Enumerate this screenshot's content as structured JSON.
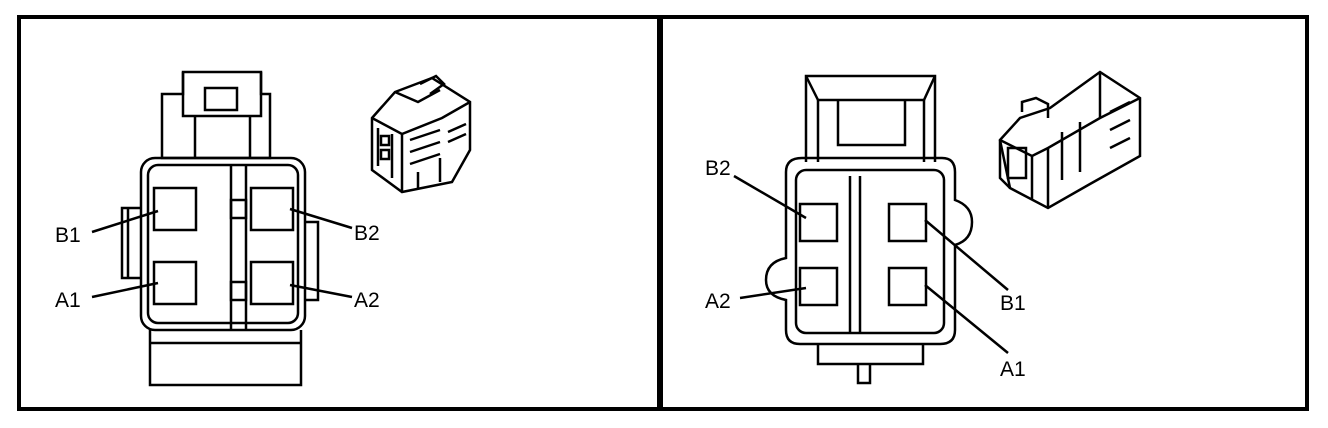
{
  "left_view": {
    "labels": {
      "b1": "B1",
      "b2": "B2",
      "a1": "A1",
      "a2": "A2"
    }
  },
  "right_view": {
    "labels": {
      "b2": "B2",
      "a2": "A2",
      "b1": "B1",
      "a1": "A1"
    }
  }
}
